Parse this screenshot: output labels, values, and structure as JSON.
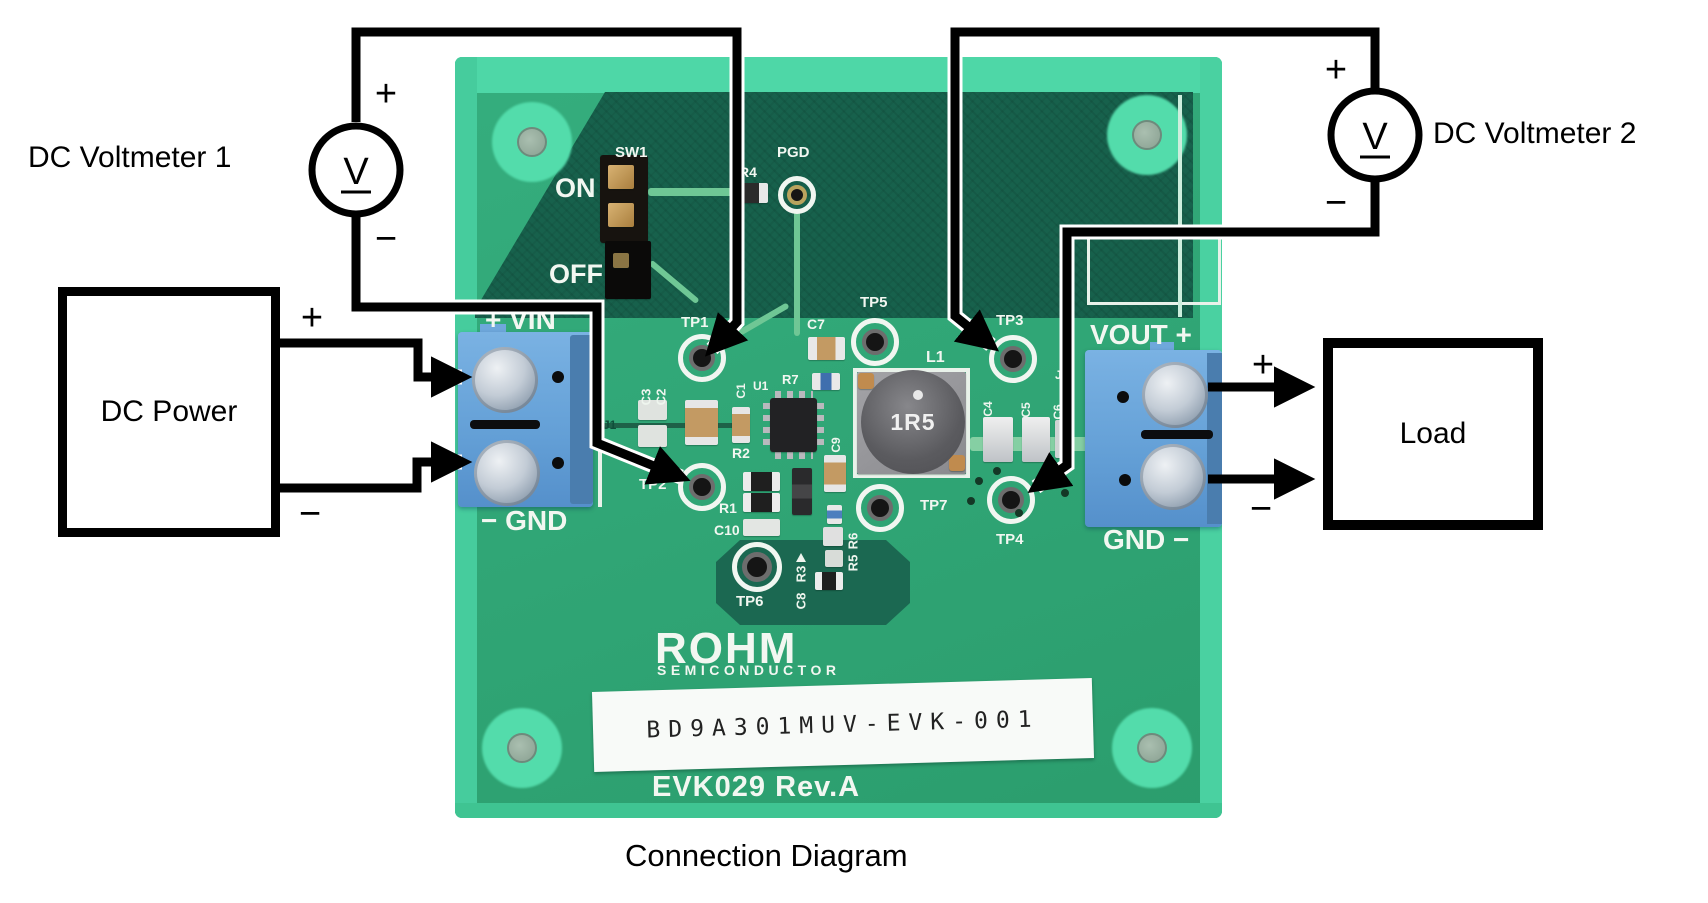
{
  "caption": "Connection Diagram",
  "external": {
    "voltmeter1": {
      "label": "DC Voltmeter 1",
      "symbol": "V",
      "plus": "+",
      "minus": "−"
    },
    "voltmeter2": {
      "label": "DC Voltmeter 2",
      "symbol": "V",
      "plus": "+",
      "minus": "−"
    },
    "dc_power": {
      "label": "DC Power",
      "plus": "+",
      "minus": "−"
    },
    "load": {
      "label": "Load",
      "plus": "+",
      "minus": "−"
    }
  },
  "board": {
    "switch": {
      "ref": "SW1",
      "on": "ON",
      "off": "OFF"
    },
    "silkscreen": {
      "vin": "+  VIN",
      "vin_gnd": "−  GND",
      "vout": "VOUT +",
      "vout_gnd": "GND  −",
      "pgd": "PGD",
      "j1": "J1",
      "j2": "J2"
    },
    "test_points": {
      "tp1": "TP1",
      "tp2": "TP2",
      "tp3": "TP3",
      "tp4": "TP4",
      "tp5": "TP5",
      "tp6": "TP6",
      "tp7": "TP7"
    },
    "components": {
      "u1": "U1",
      "l1": "L1",
      "r1": "R1",
      "r2": "R2",
      "r3": "R3",
      "r4": "R4",
      "r5": "R5",
      "r6": "R6",
      "r7": "R7",
      "c1": "C1",
      "c2": "C2",
      "c3": "C3",
      "c4": "C4",
      "c5": "C5",
      "c6": "C6",
      "c7": "C7",
      "c8": "C8",
      "c9": "C9",
      "c10": "C10"
    },
    "inductor_marking": "1R5",
    "logo": {
      "brand": "ROHM",
      "subtitle": "SEMICONDUCTOR"
    },
    "sticker_label": "BD9A301MUV-EVK-001",
    "revision": "EVK029 Rev.A"
  },
  "colors": {
    "wire": "#000000",
    "board_edge_green": "#4ed7a7",
    "board_green": "#2fa678",
    "board_dark_green": "#17614c",
    "silkscreen_white": "#f1f6f1",
    "terminal_blue": "#639fd6",
    "inductor_gray": "#5b5b5f",
    "gold_pin": "#c9a156"
  }
}
